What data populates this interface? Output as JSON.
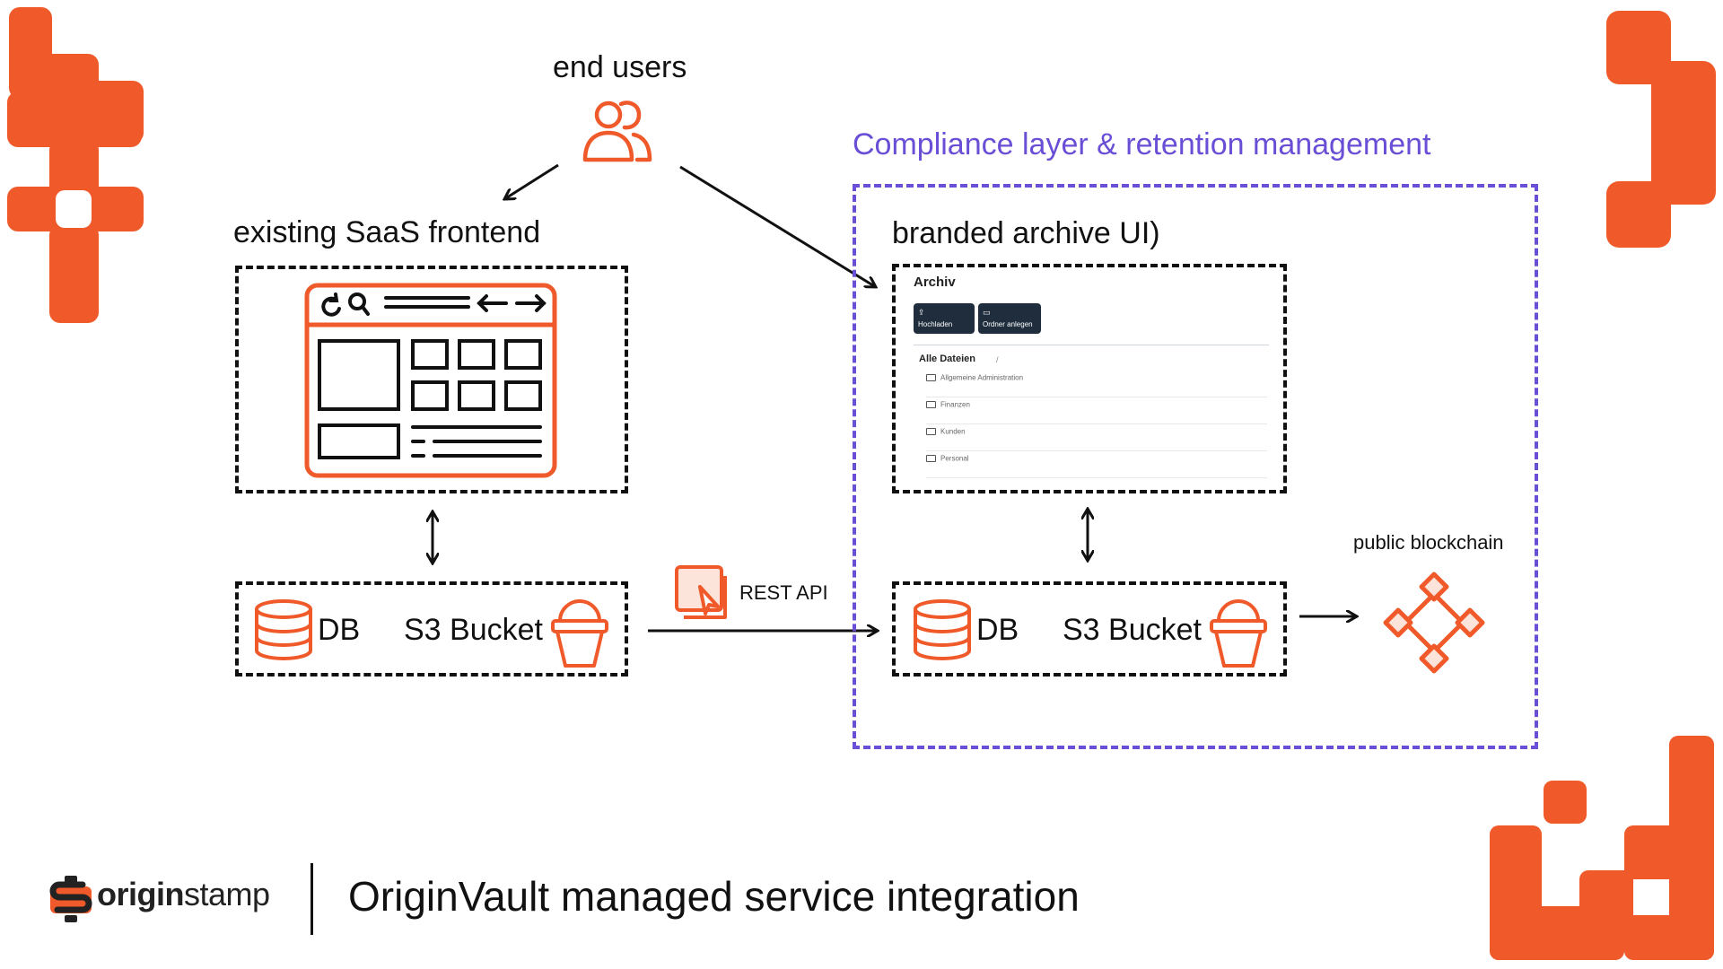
{
  "nodes": {
    "end_users": "end users",
    "saas_frontend": "existing SaaS frontend",
    "archive_ui": "branded archive UI)",
    "compliance_layer": "Compliance layer & retention management",
    "left_db": "DB",
    "left_s3": "S3 Bucket",
    "right_db": "DB",
    "right_s3": "S3 Bucket",
    "rest_api": "REST API",
    "blockchain": "public blockchain"
  },
  "archive": {
    "title": "Archiv",
    "upload": "Hochladen",
    "new_folder": "Ordner anlegen",
    "all_files": "Alle Dateien",
    "separator": "/",
    "folders": [
      "Allgemeine Administration",
      "Finanzen",
      "Kunden",
      "Personal"
    ]
  },
  "footer": {
    "brand_bold": "origin",
    "brand_light": "stamp",
    "title": "OriginVault managed service integration"
  },
  "icons": [
    "users-icon",
    "browser-icon",
    "database-icon",
    "bucket-icon",
    "api-cursor-icon",
    "blockchain-icon",
    "originstamp-logo-icon"
  ],
  "colors": {
    "accent": "#f05a2a",
    "compliance": "#6a4fd6",
    "ink": "#111111"
  }
}
